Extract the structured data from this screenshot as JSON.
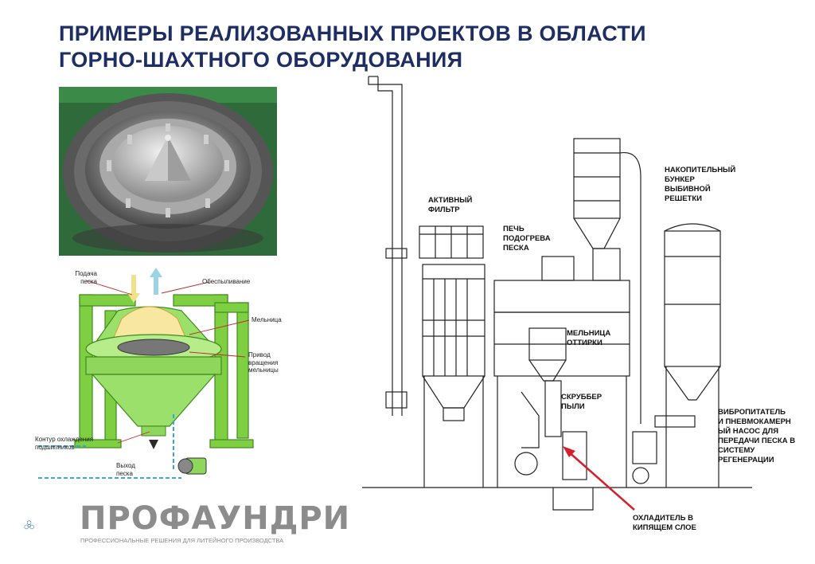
{
  "title": {
    "line1": "ПРИМЕРЫ РЕАЛИЗОВАННЫХ ПРОЕКТОВ В ОБЛАСТИ",
    "line2": "ГОРНО-ШАХТНОГО ОБОРУДОВАНИЯ"
  },
  "mill_diagram": {
    "feed_line1": "Подача",
    "feed_line2": "песка",
    "dedust": "Обеспыливание",
    "mill": "Мельница",
    "drive_line1": "Привод",
    "drive_line2": "вращения",
    "drive_line3": "мельницы",
    "cooling_line1": "Контур охлаждения",
    "cooling_line2": "подшипников",
    "output_line1": "Выход",
    "output_line2": "песка"
  },
  "plant_diagram": {
    "active_filter_line1": "АКТИВНЫЙ",
    "active_filter_line2": "ФИЛЬТР",
    "furnace_line1": "ПЕЧЬ",
    "furnace_line2": "ПОДОГРЕВА",
    "furnace_line3": "ПЕСКА",
    "attrition_line1": "МЕЛЬНИЦА",
    "attrition_line2": "ОТТИРКИ",
    "scrubber_line1": "СКРУББЕР",
    "scrubber_line2": "ПЫЛИ",
    "bunker_line1": "НАКОПИТЕЛЬНЫЙ",
    "bunker_line2": "БУНКЕР",
    "bunker_line3": "ВЫБИВНОЙ",
    "bunker_line4": "РЕШЕТКИ",
    "vib_line1": "ВИБРОПИТАТЕЛЬ",
    "vib_line2": "И ПНЕВМОКАМЕРН",
    "vib_line3": "ЫЙ НАСОС ДЛЯ",
    "vib_line4": "ПЕРЕДАЧИ ПЕСКА В",
    "vib_line5": "СИСТЕМУ",
    "vib_line6": "РЕГЕНЕРАЦИИ",
    "cooler_line1": "ОХЛАДИТЕЛЬ В",
    "cooler_line2": "КИПЯЩЕМ СЛОЕ"
  },
  "logo": {
    "brand": "ПРОФАУНДРИ",
    "tagline": "ПРОФЕССИОНАЛЬНЫЕ РЕШЕНИЯ ДЛЯ ЛИТЕЙНОГО ПРОИЗВОДСТВА"
  },
  "colors": {
    "title": "#1e2e63",
    "frame_green": "#7fcf43",
    "logo_blue": "#3f7fb6",
    "logo_gray": "#8c8c8c",
    "arrow_red": "#d4202a"
  }
}
